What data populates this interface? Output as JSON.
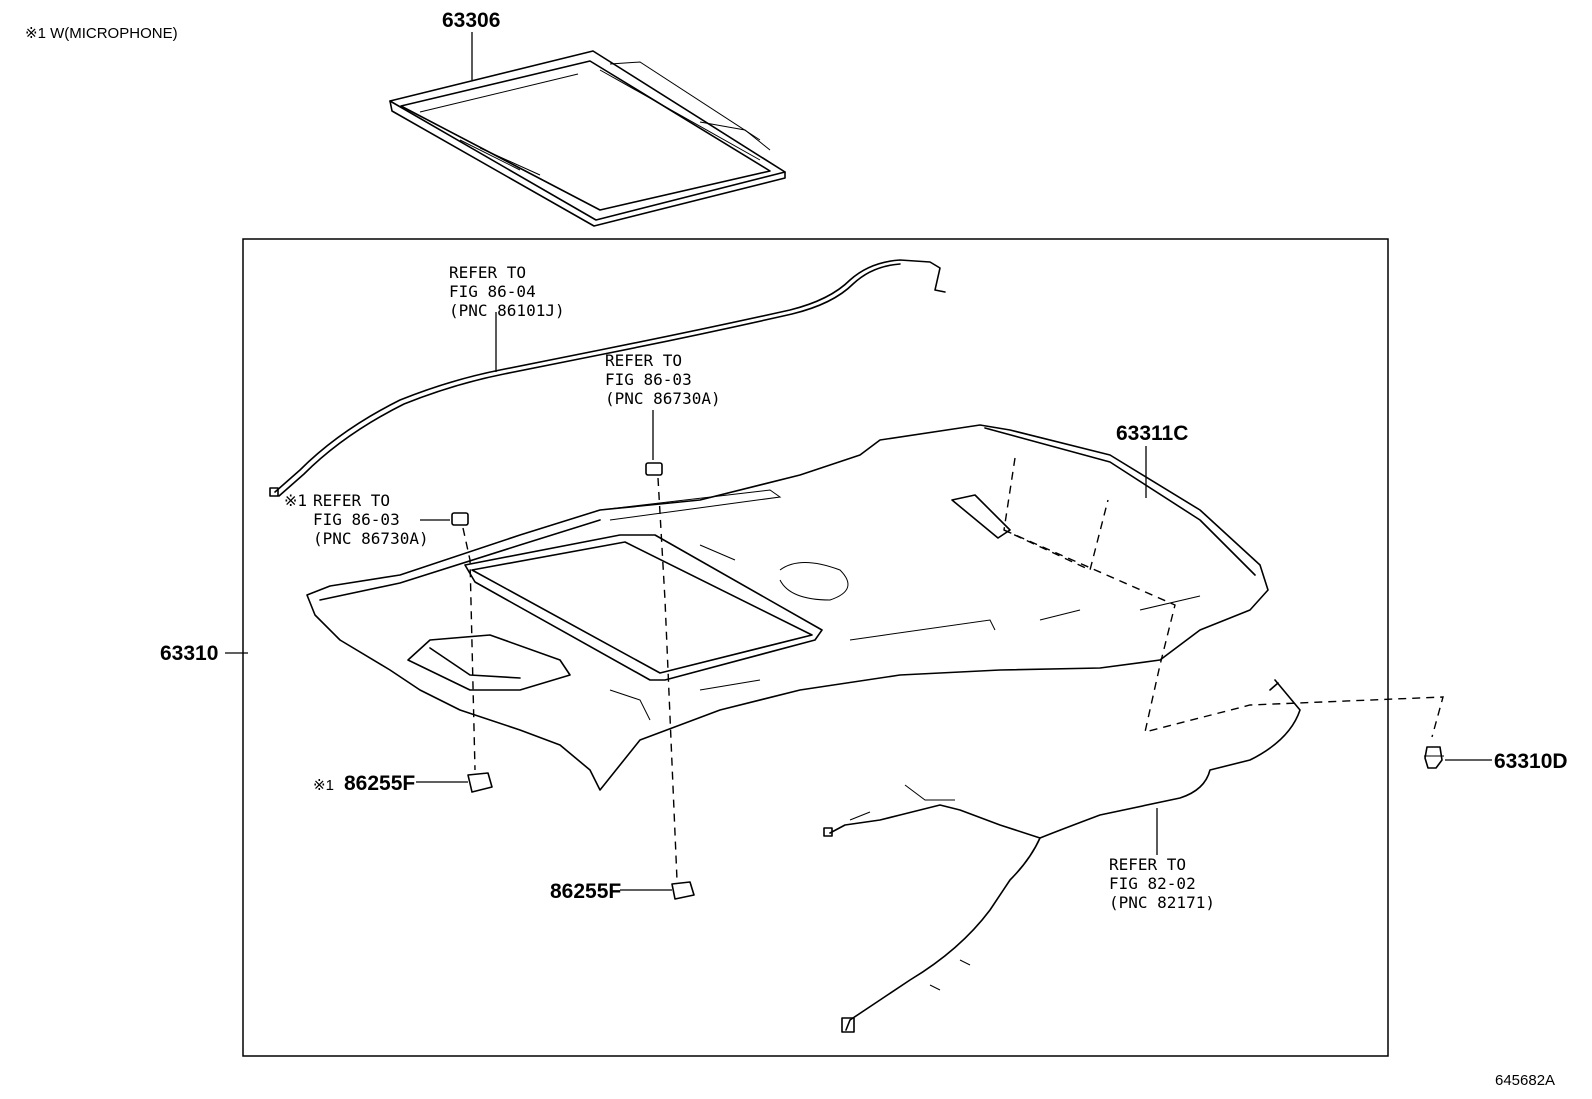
{
  "note": "※1 W(MICROPHONE)",
  "figure_id": "645682A",
  "parts": {
    "roof_shade": "63306",
    "headliner": "63310",
    "headliner_sub": "63311C",
    "clip": "63310D",
    "lamp_left": "86255F",
    "lamp_center": "86255F",
    "lamp_left_mark": "※1"
  },
  "references": {
    "wire_top": [
      "REFER TO",
      "FIG 86-04",
      "(PNC 86101J)"
    ],
    "lamp_center_ref": [
      "REFER TO",
      "FIG 86-03",
      "(PNC 86730A)"
    ],
    "lamp_left_ref": [
      "REFER TO",
      "FIG 86-03",
      "(PNC 86730A)"
    ],
    "lamp_left_ref_mark": "※1",
    "wire_bottom": [
      "REFER TO",
      "FIG 82-02",
      "(PNC 82171)"
    ]
  }
}
